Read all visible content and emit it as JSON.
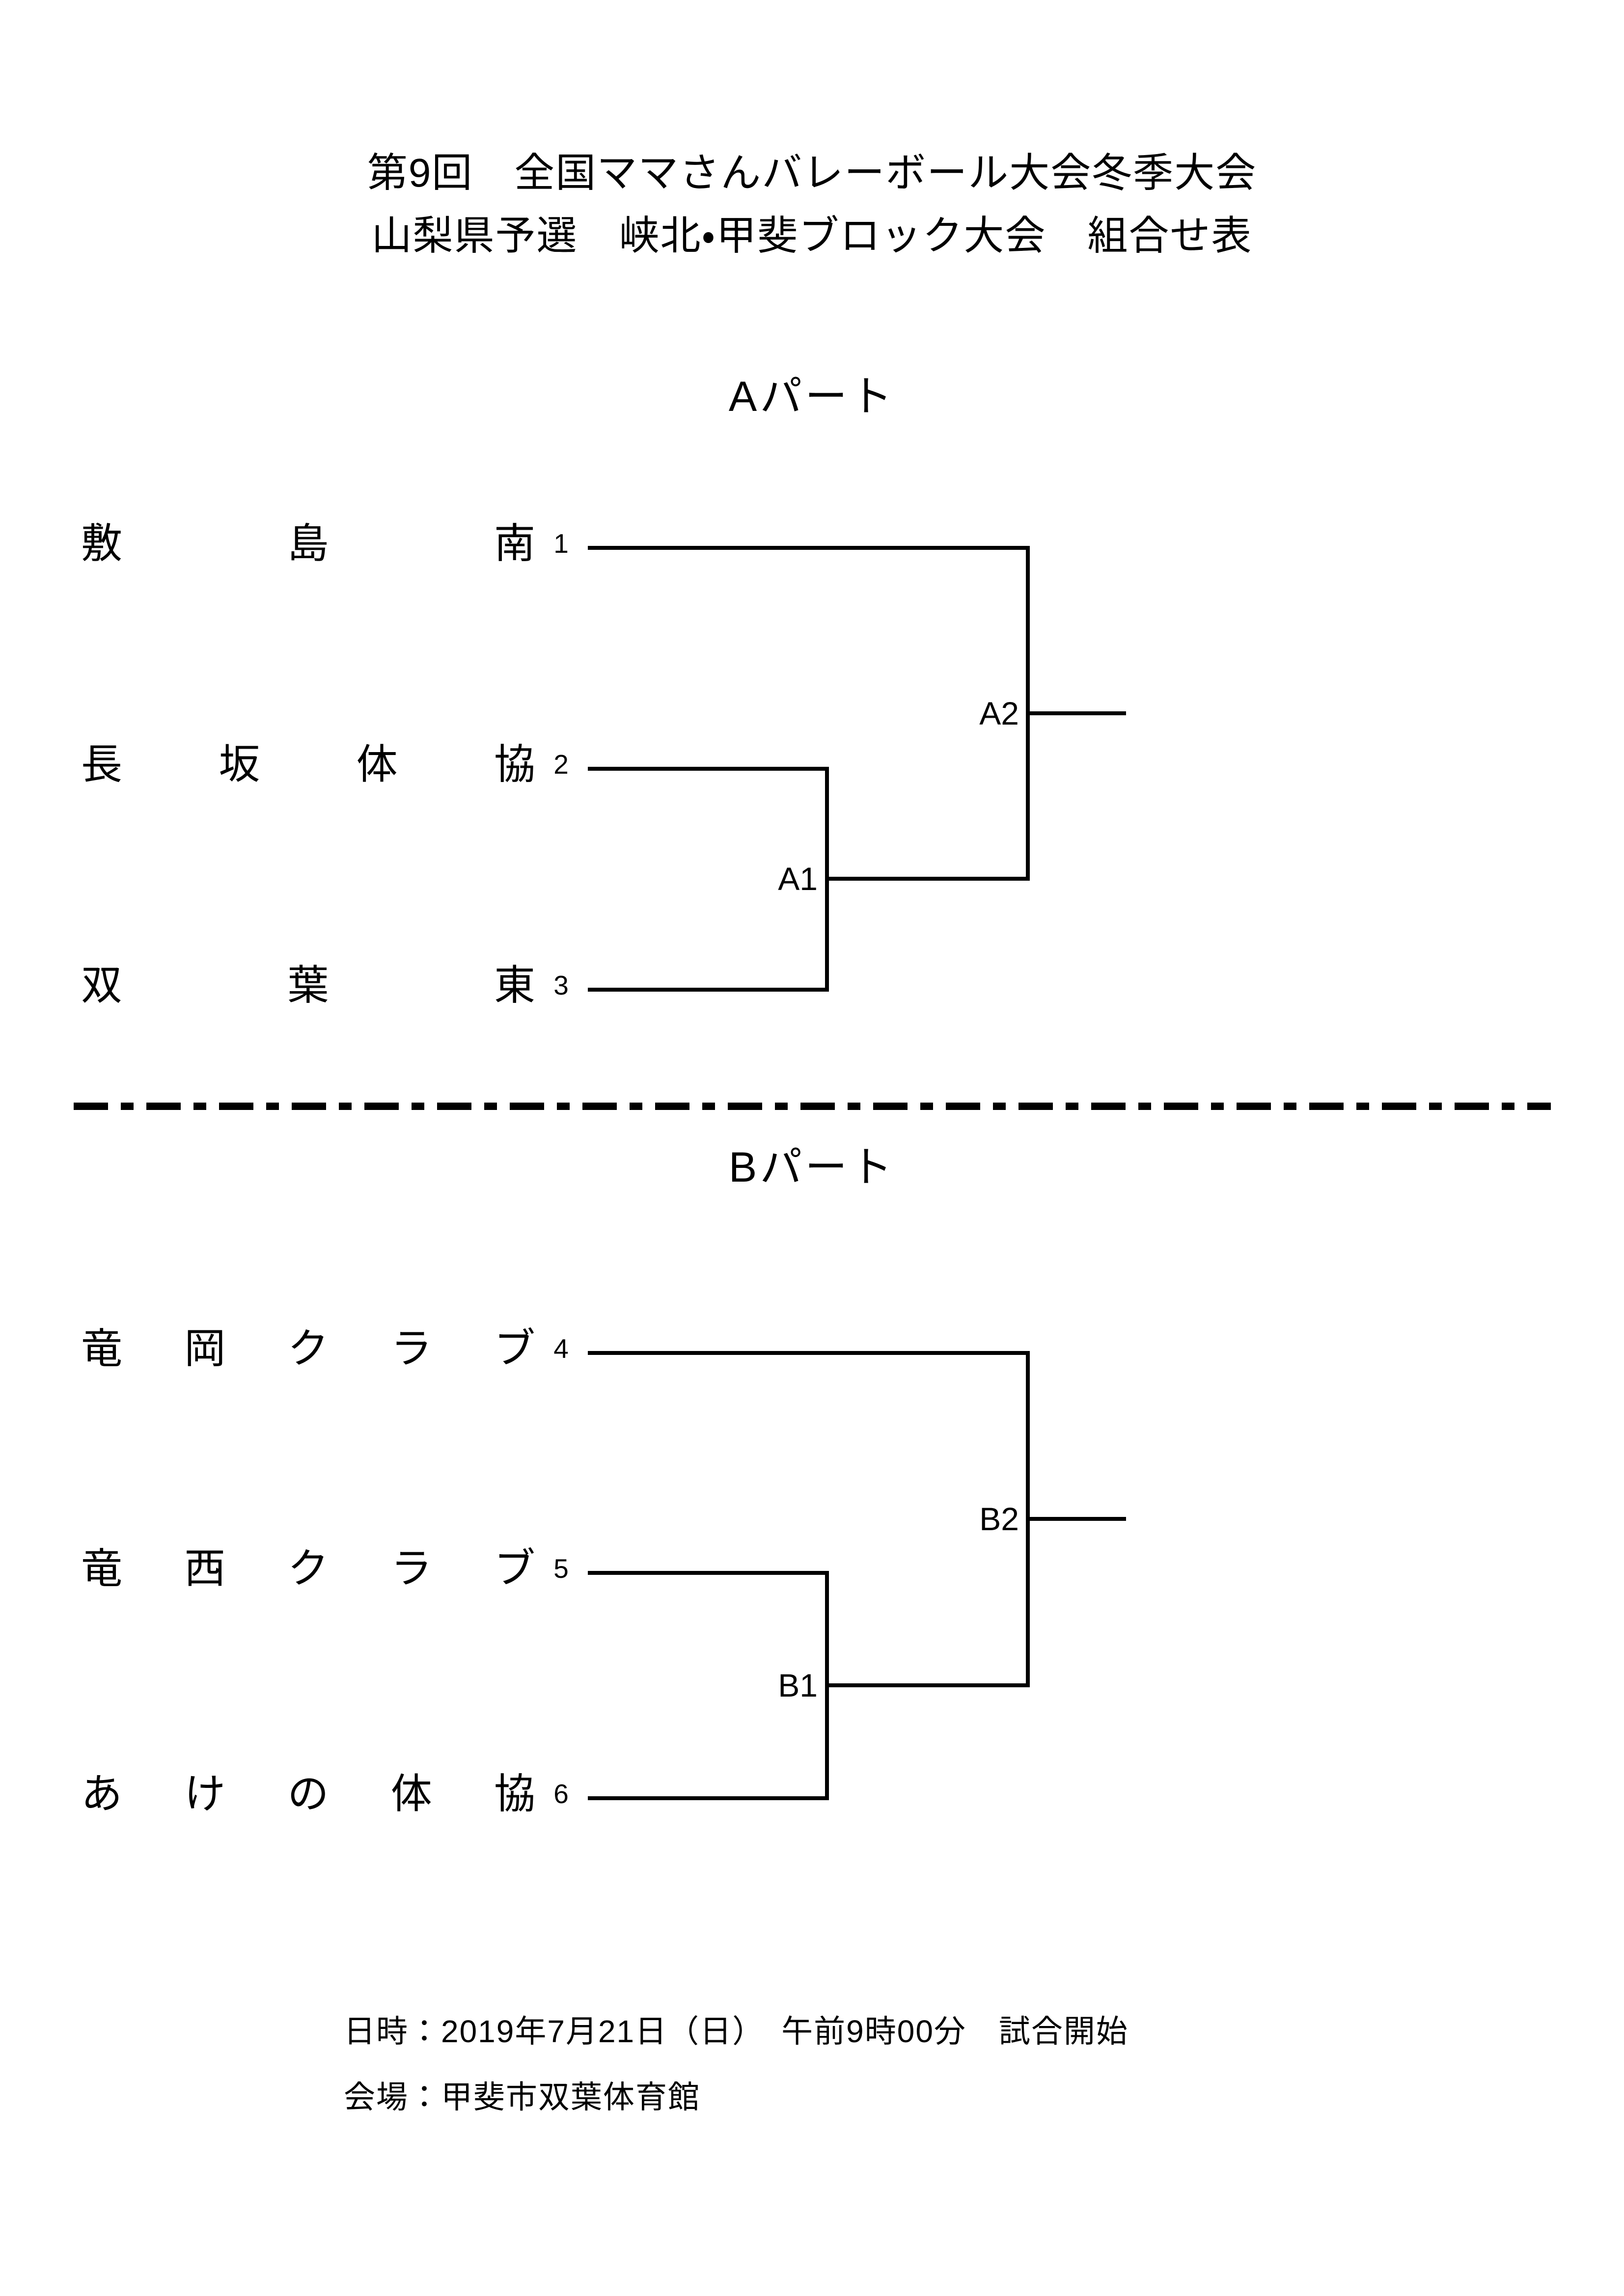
{
  "page_title": {
    "line1": "第9回　全国ママさんバレーボール大会冬季大会",
    "line2": "山梨県予選　峡北・甲斐ブロック大会　組合せ表"
  },
  "part_a": {
    "heading": "Aパート",
    "teams": [
      {
        "name": "敷島南",
        "seed": "1"
      },
      {
        "name": "長坂体協",
        "seed": "2"
      },
      {
        "name": "双葉東",
        "seed": "3"
      }
    ],
    "matches": [
      {
        "label": "A1",
        "joins": [
          "2",
          "3"
        ]
      },
      {
        "label": "A2",
        "joins": [
          "1",
          "A1"
        ]
      }
    ]
  },
  "part_b": {
    "heading": "Bパート",
    "teams": [
      {
        "name": "竜岡クラブ",
        "seed": "4"
      },
      {
        "name": "竜西クラブ",
        "seed": "5"
      },
      {
        "name": "あけの体協",
        "seed": "6"
      }
    ],
    "matches": [
      {
        "label": "B1",
        "joins": [
          "5",
          "6"
        ]
      },
      {
        "label": "B2",
        "joins": [
          "4",
          "B1"
        ]
      }
    ]
  },
  "footer": {
    "datetime": "日時：2019年7月21日（日）　午前9時00分　試合開始",
    "venue": "会場：甲斐市双葉体育館"
  },
  "colors": {
    "ink": "#000000",
    "paper": "#ffffff"
  }
}
